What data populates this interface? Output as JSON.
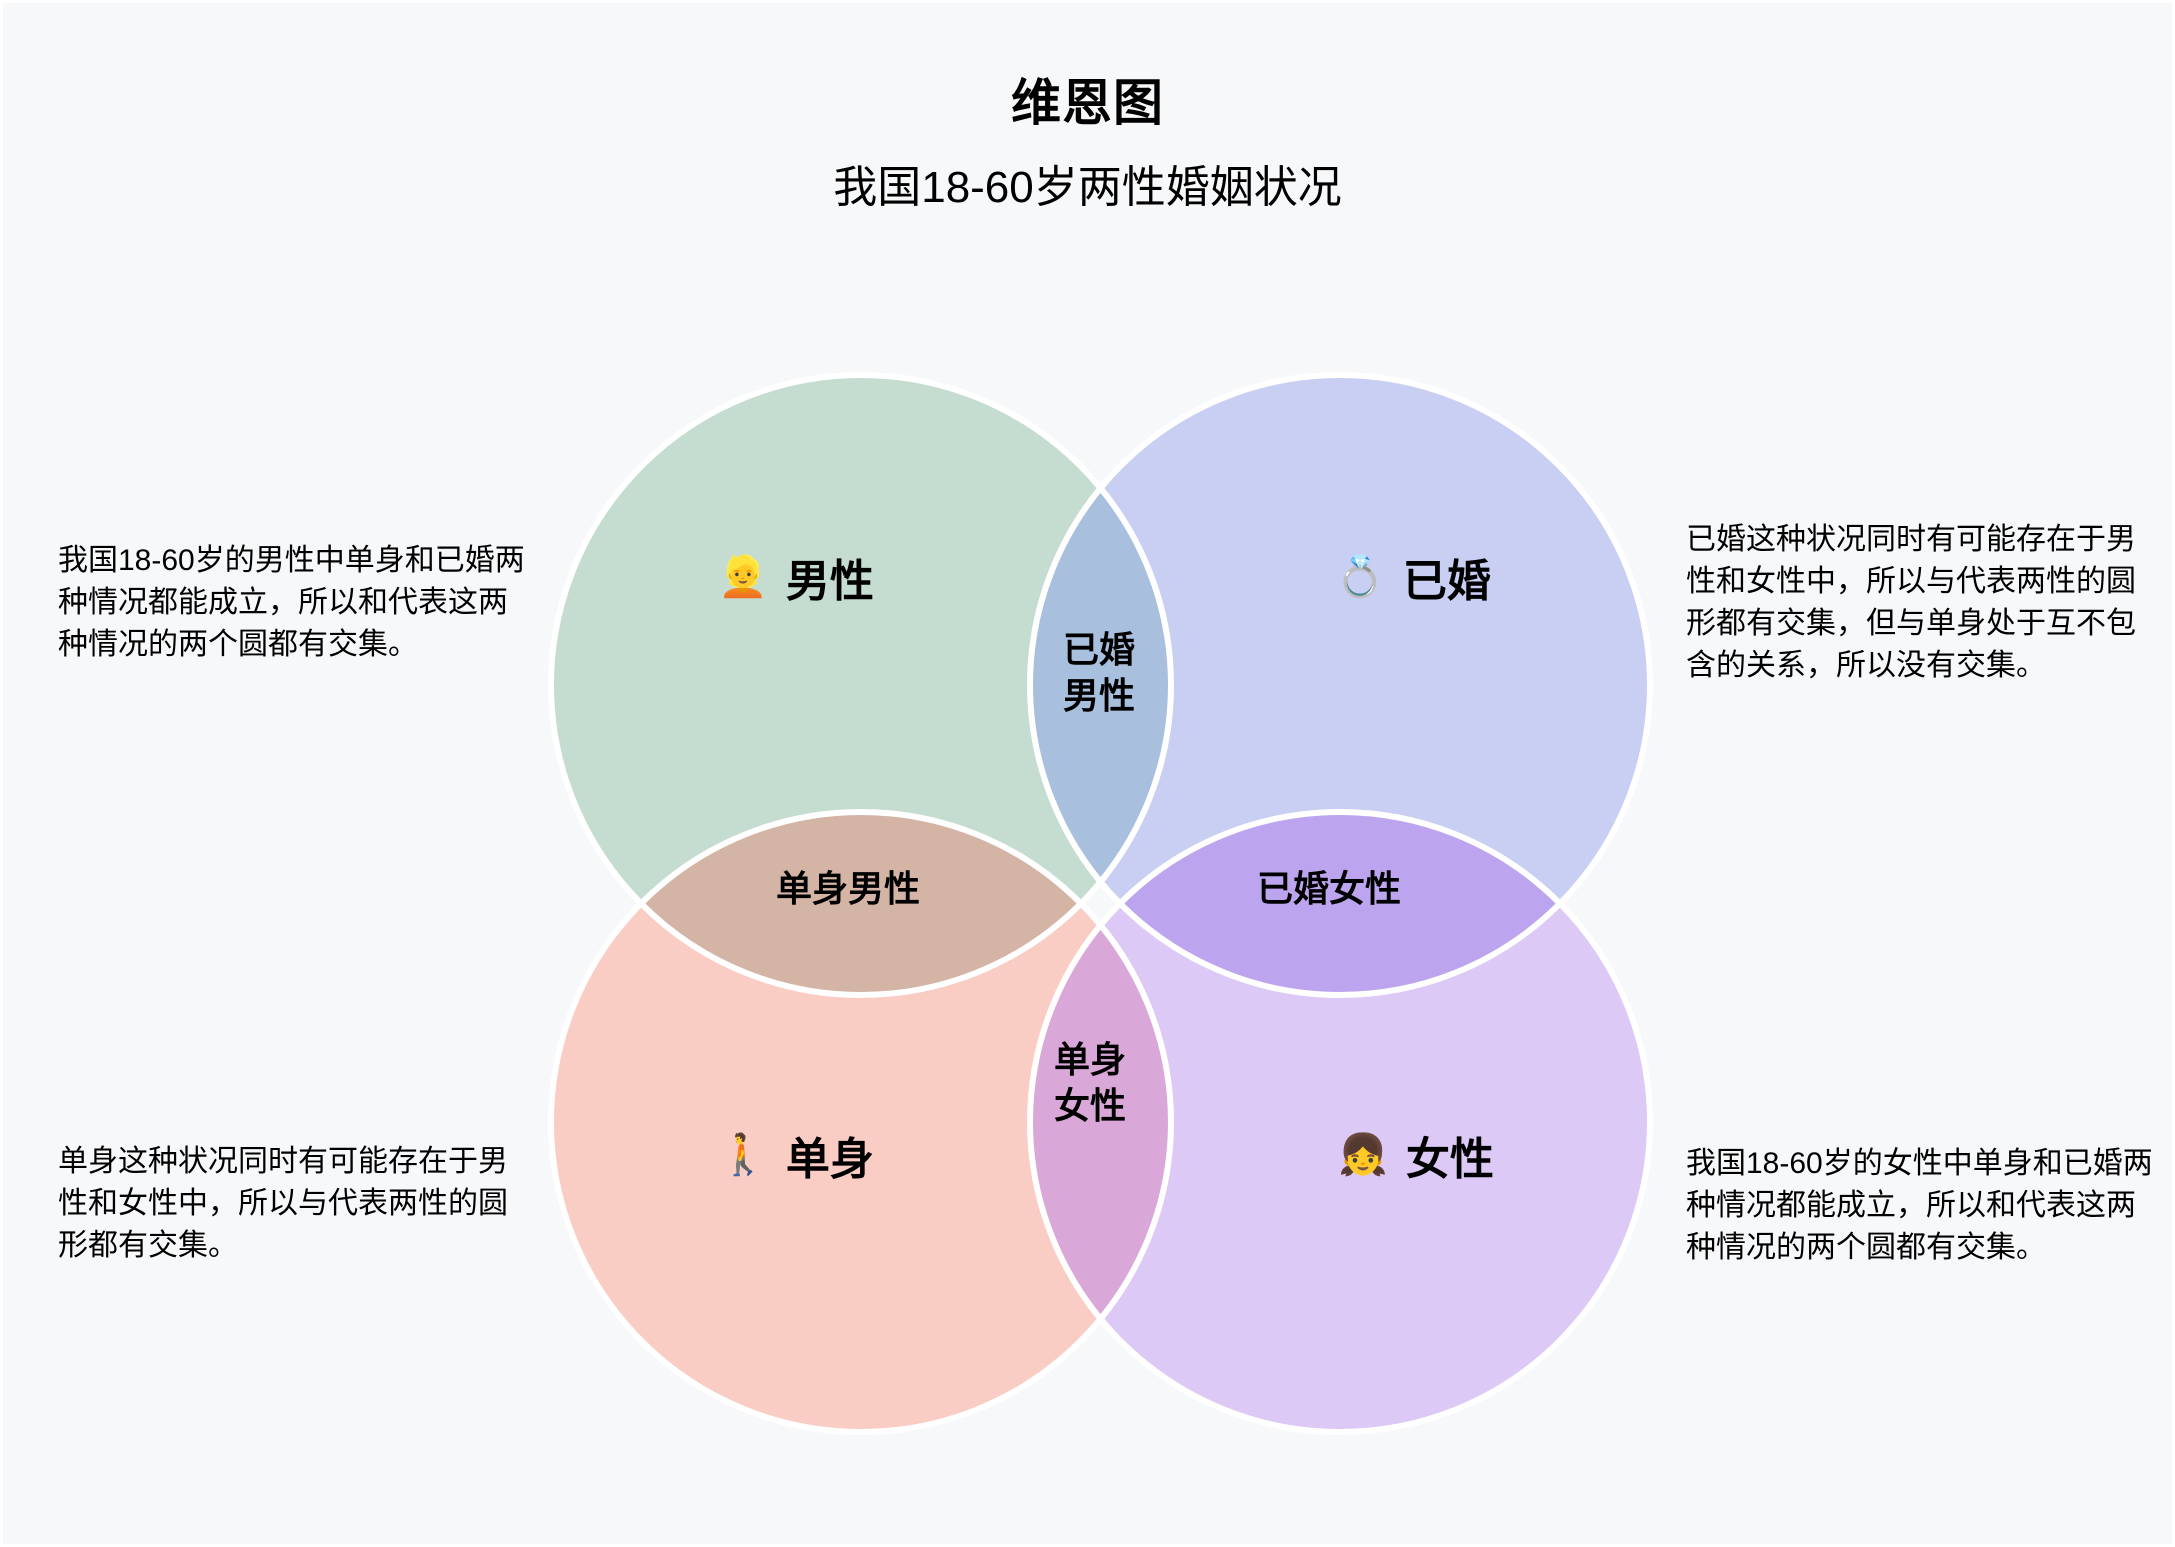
{
  "header": {
    "title": "维恩图",
    "subtitle": "我国18-60岁两性婚姻状况"
  },
  "venn": {
    "sets": [
      {
        "id": "male",
        "label": "男性",
        "emoji": "👱",
        "color": "#c5dcd0"
      },
      {
        "id": "married",
        "label": "已婚",
        "emoji": "💍",
        "color": "#c9cef3"
      },
      {
        "id": "single",
        "label": "单身",
        "emoji": "🚶",
        "color": "#f9ccc4"
      },
      {
        "id": "female",
        "label": "女性",
        "emoji": "👧",
        "color": "#dcc9f6"
      }
    ],
    "intersections": [
      {
        "id": "married-male",
        "label": "已婚\n男性",
        "color": "#a9bfde"
      },
      {
        "id": "single-male",
        "label": "单身男性",
        "color": "#d4b4a5"
      },
      {
        "id": "married-female",
        "label": "已婚女性",
        "color": "#bca5ee"
      },
      {
        "id": "single-female",
        "label": "单身\n女性",
        "color": "#d9a8d8"
      }
    ]
  },
  "notes": {
    "male": "我国18-60岁的男性中单身和已婚两\n种情况都能成立，所以和代表这两\n种情况的两个圆都有交集。",
    "married": "已婚这种状况同时有可能存在于男\n性和女性中，所以与代表两性的圆\n形都有交集，但与单身处于互不包\n含的关系，所以没有交集。",
    "single": "单身这种状况同时有可能存在于男\n性和女性中，所以与代表两性的圆\n形都有交集。",
    "female": "我国18-60岁的女性中单身和已婚两\n种情况都能成立，所以和代表这两\n种情况的两个圆都有交集。"
  },
  "colors": {
    "background": "#f7f8fa",
    "circle_stroke": "#ffffff",
    "text": "#000000"
  }
}
